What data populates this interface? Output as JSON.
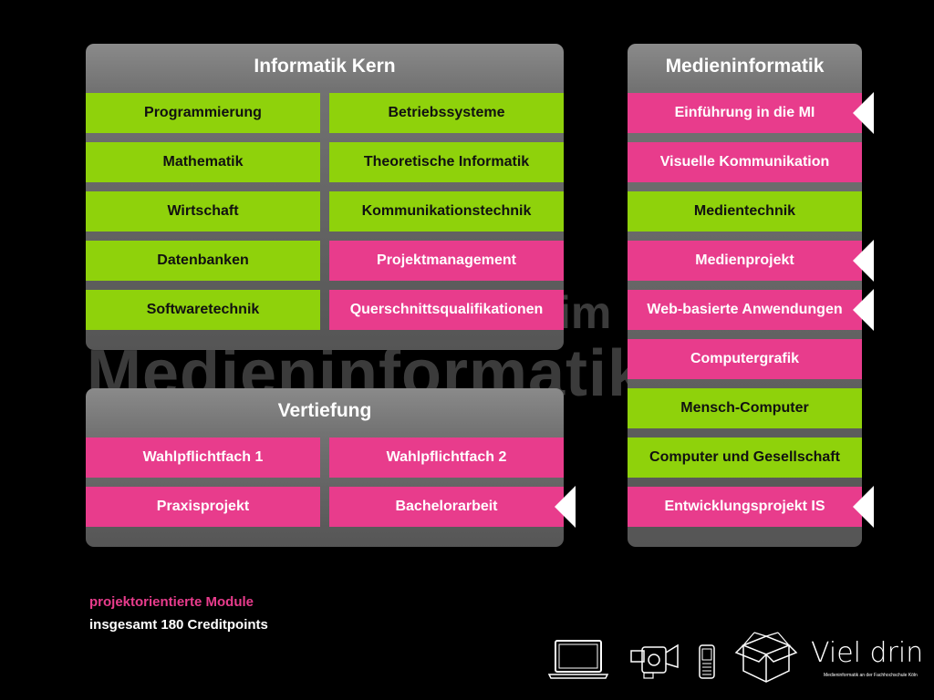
{
  "watermark": {
    "line1": "im",
    "line2": "Medieninformatik I"
  },
  "kern": {
    "title": "Informatik Kern",
    "tiles": [
      {
        "label": "Programmierung",
        "kind": "green"
      },
      {
        "label": "Betriebssysteme",
        "kind": "green"
      },
      {
        "label": "Mathematik",
        "kind": "green"
      },
      {
        "label": "Theoretische Informatik",
        "kind": "green"
      },
      {
        "label": "Wirtschaft",
        "kind": "green"
      },
      {
        "label": "Kommunikationstechnik",
        "kind": "green"
      },
      {
        "label": "Datenbanken",
        "kind": "green"
      },
      {
        "label": "Projektmanagement",
        "kind": "pink"
      },
      {
        "label": "Softwaretechnik",
        "kind": "green"
      },
      {
        "label": "Querschnittsqualifikationen",
        "kind": "pink"
      }
    ]
  },
  "vertiefung": {
    "title": "Vertiefung",
    "tiles": [
      {
        "label": "Wahlpflichtfach 1",
        "kind": "pink"
      },
      {
        "label": "Wahlpflichtfach 2",
        "kind": "pink"
      },
      {
        "label": "Praxisprojekt",
        "kind": "pink"
      },
      {
        "label": "Bachelorarbeit",
        "kind": "pink",
        "marked": true
      }
    ]
  },
  "mi": {
    "title": "Medieninformatik",
    "tiles": [
      {
        "label": "Einführung in die MI",
        "kind": "pink",
        "marked": true
      },
      {
        "label": "Visuelle Kommunikation",
        "kind": "pink"
      },
      {
        "label": "Medientechnik",
        "kind": "green"
      },
      {
        "label": "Medienprojekt",
        "kind": "pink",
        "marked": true
      },
      {
        "label": "Web-basierte Anwendungen",
        "kind": "pink",
        "marked": true
      },
      {
        "label": "Computergrafik",
        "kind": "pink"
      },
      {
        "label": "Mensch-Computer",
        "kind": "green"
      },
      {
        "label": "Computer und Gesellschaft",
        "kind": "green"
      },
      {
        "label": "Entwicklungsprojekt IS",
        "kind": "pink",
        "marked": true
      }
    ]
  },
  "legend": {
    "projects": "projektorientierte Module",
    "credits": "insgesamt 180 Creditpoints"
  },
  "brand": {
    "name": "Viel drin",
    "subtitle": "Medieninformatik an der Fachhochschule Köln",
    "icons": [
      "laptop-icon",
      "video-camera-icon",
      "mobile-phone-icon",
      "box-icon"
    ]
  },
  "colors": {
    "green": "#8fd20b",
    "pink": "#e83c8c",
    "background": "#000000",
    "panel": "#6c6c6c"
  }
}
